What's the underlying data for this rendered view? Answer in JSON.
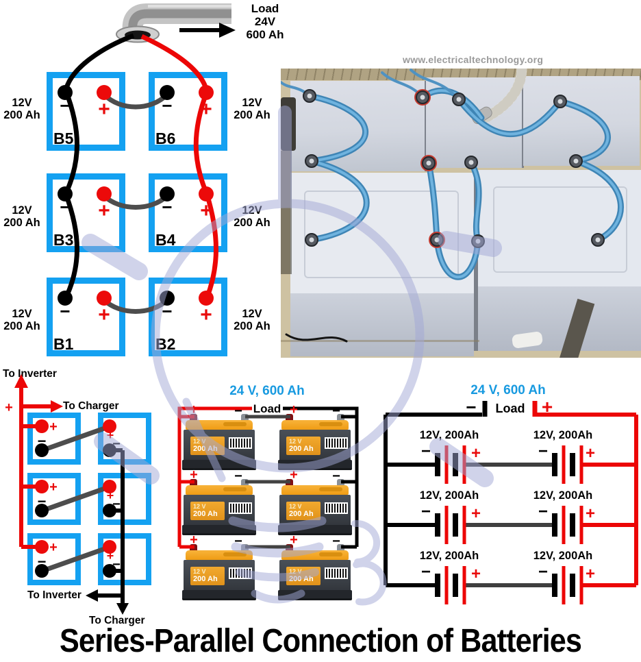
{
  "title": "Series-Parallel Connection of Batteries",
  "watermark": {
    "site": "www.electricaltechnology.org"
  },
  "colors": {
    "diagram_blue": "#14A1F1",
    "accent_red": "#EC0A0A",
    "heading_blue": "#189AE0",
    "wire_gray": "#4D4D4D",
    "watermark_lavender": "#A2A8D6",
    "battery_top_yellow": "#F2A51F",
    "battery_body_gray": "#3A3F45",
    "photo_background_tan": "#CEC2A2",
    "photo_cable_blue": "#4F9ECF"
  },
  "top_left": {
    "load_line1": "Load",
    "load_line2": "24V",
    "load_line3": "600 Ah",
    "spec_v": "12V",
    "spec_ah": "200 Ah",
    "plus": "+",
    "minus": "−",
    "b1": "B1",
    "b2": "B2",
    "b3": "B3",
    "b4": "B4",
    "b5": "B5",
    "b6": "B6"
  },
  "bottom_left": {
    "to_inverter": "To Inverter",
    "to_charger": "To Charger",
    "plus": "+",
    "minus": "−"
  },
  "middle": {
    "title": "24 V, 600 Ah",
    "load": "Load",
    "v": "12 V",
    "ah": "200 Ah",
    "plus": "+",
    "minus": "−"
  },
  "right": {
    "title": "24 V, 600 Ah",
    "load": "Load",
    "cell": "12V, 200Ah",
    "plus": "+",
    "minus": "−"
  }
}
